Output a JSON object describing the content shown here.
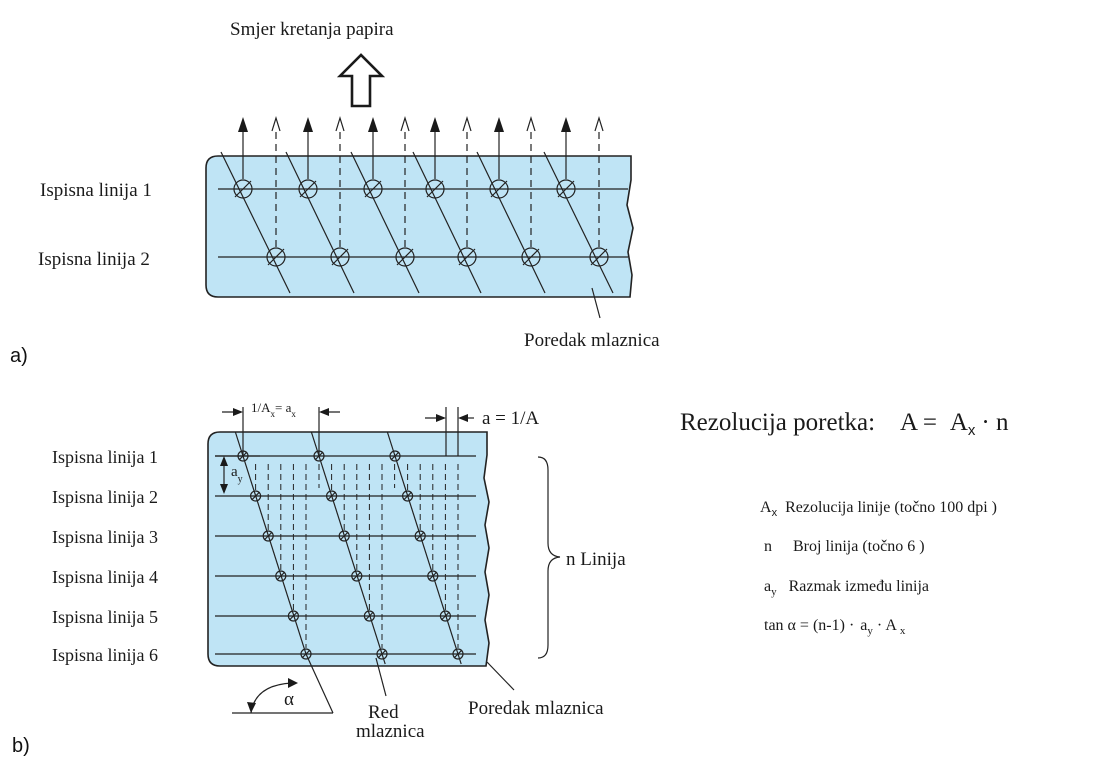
{
  "panel_a": {
    "label": "a)",
    "direction_title": "Smjer kretanja papira",
    "line1": "Ispisna linija 1",
    "line2": "Ispisna linija 2",
    "nozzle_order": "Poredak mlaznica"
  },
  "panel_b": {
    "label": "b)",
    "lines": [
      "Ispisna linija 1",
      "Ispisna linija 2",
      "Ispisna linija 3",
      "Ispisna linija 4",
      "Ispisna linija 5",
      "Ispisna linija 6"
    ],
    "spacing_ax_left": "1/A",
    "spacing_ax_sub1": "x",
    "spacing_ax_eq": "= a",
    "spacing_ax_sub2": "x",
    "spacing_a": "a = 1/A",
    "ay": "a",
    "ay_sub": "y",
    "n_lines": "n Linija",
    "alpha": "α",
    "nozzle_row_1": "Red",
    "nozzle_row_2": "mlaznica",
    "nozzle_order": "Poredak mlaznica"
  },
  "formula": {
    "title": "Rezolucija poretka:",
    "A": "A =",
    "Ax": "A",
    "Ax_sub": "x",
    "times_n": "· n",
    "def_ax_sym": "A",
    "def_ax_sub": "x",
    "def_ax_text": "Rezolucija linije (točno 100 dpi )",
    "def_n_sym": "n",
    "def_n_text": "Broj linija (točno 6 )",
    "def_ay_sym": "a",
    "def_ay_sub": "y",
    "def_ay_text": "Razmak između linija",
    "tan_lhs": "tan α = (n-1) ·",
    "tan_ay": "a",
    "tan_ay_sub": "y",
    "tan_dot": "· A",
    "tan_ax_sub": "x"
  }
}
